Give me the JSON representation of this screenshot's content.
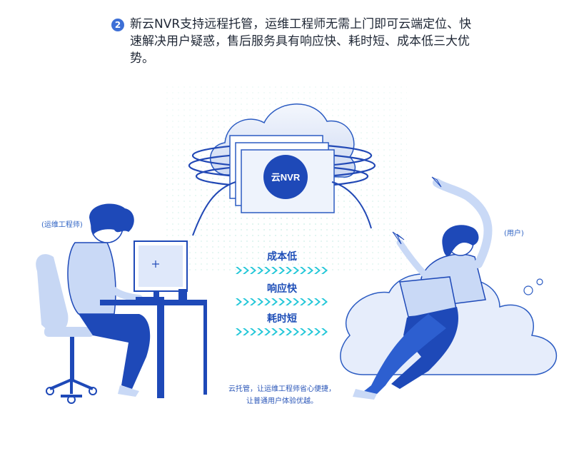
{
  "header": {
    "step_number": "2",
    "intro_text": "新云NVR支持远程托管，运维工程师无需上门即可云端定位、快速解决用户疑惑，售后服务具有响应快、耗时短、成本低三大优势。"
  },
  "diagram": {
    "cloud_label": "云NVR",
    "engineer_tag": "(运维工程师)",
    "user_tag": "(用户)",
    "flow_labels": [
      "成本低",
      "响应快",
      "耗时短"
    ],
    "bottom_note_line1": "云托管，让运维工程师省心便捷，",
    "bottom_note_line2": "让普通用户体验优越。"
  },
  "colors": {
    "accent": "#3d6fd6",
    "dark_blue": "#1e49b8",
    "light_blue": "#c9d9f6",
    "cyan": "#23c7d8"
  }
}
